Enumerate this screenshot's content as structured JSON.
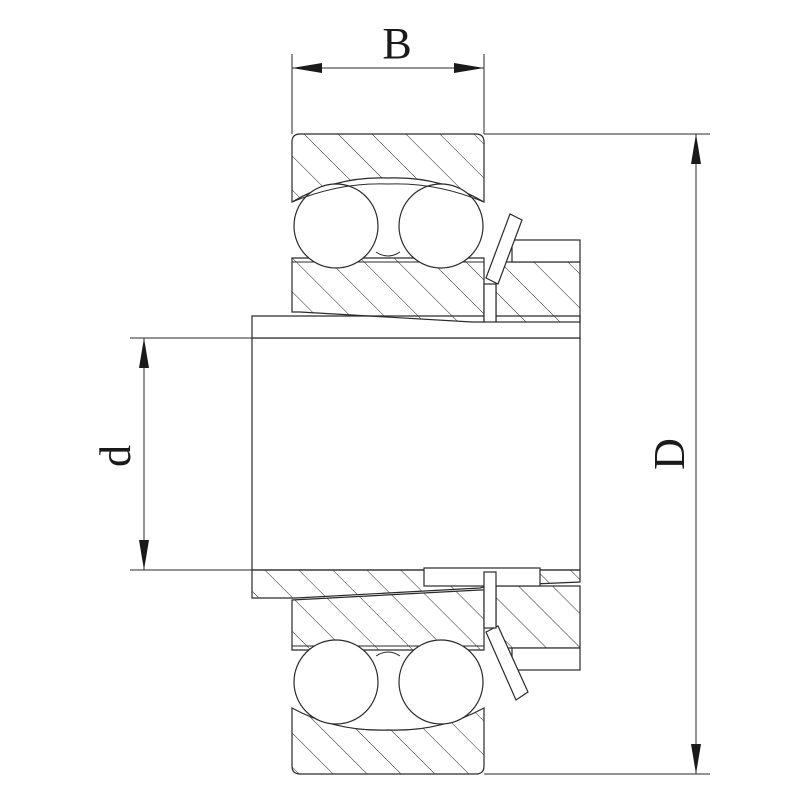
{
  "dimensions": {
    "width_label": "B",
    "bore_label": "d",
    "outer_label": "D"
  },
  "colors": {
    "line": "#2a2a2a",
    "background": "#ffffff"
  }
}
